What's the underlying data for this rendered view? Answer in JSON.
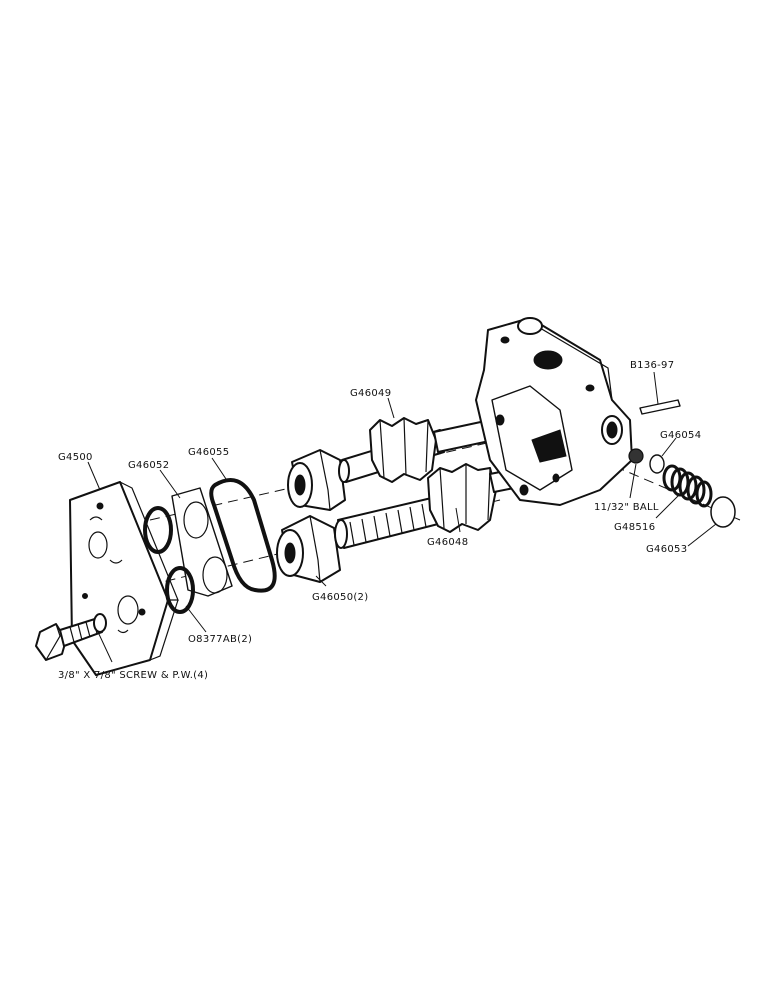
{
  "labels": {
    "cover_plate": "G4500",
    "gasket": "G46052",
    "o_ring": "G46055",
    "drive_gear": "G46049",
    "driven_gear": "G46048",
    "bushing": "G46050(2)",
    "seal_rings": "O8377AB(2)",
    "screw": "3/8\" X 7/8\" SCREW & P.W.(4)",
    "pin": "B136-97",
    "ball": "11/32\" BALL",
    "ball_seat": "G46054",
    "spring": "G48516",
    "plug": "G46053"
  }
}
